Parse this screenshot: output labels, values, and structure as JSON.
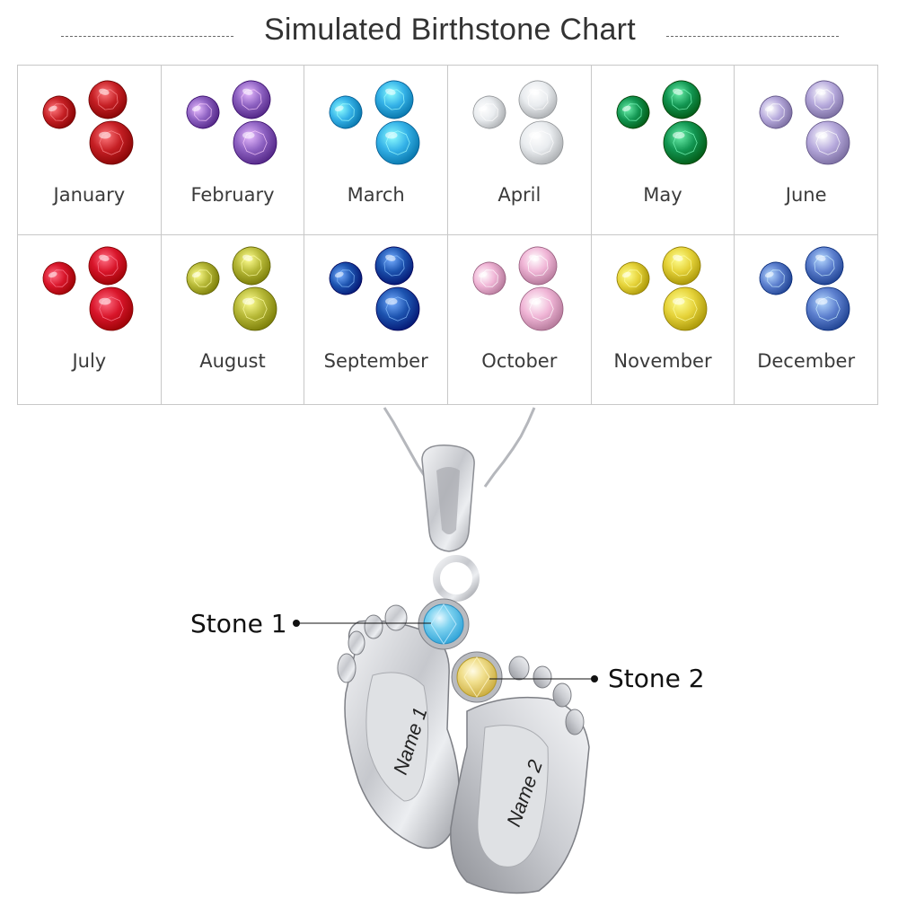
{
  "title": "Simulated Birthstone Chart",
  "months": [
    {
      "label": "January",
      "color": "#c51f24",
      "icon": "garnet-gems-icon"
    },
    {
      "label": "February",
      "color": "#8e62c2",
      "icon": "amethyst-gems-icon"
    },
    {
      "label": "March",
      "color": "#35b2e8",
      "icon": "aquamarine-gems-icon"
    },
    {
      "label": "April",
      "color": "#e9ecef",
      "icon": "diamond-gems-icon"
    },
    {
      "label": "May",
      "color": "#129652",
      "icon": "emerald-gems-icon"
    },
    {
      "label": "June",
      "color": "#b6a9dc",
      "icon": "alexandrite-gems-icon"
    },
    {
      "label": "July",
      "color": "#d8152a",
      "icon": "ruby-gems-icon"
    },
    {
      "label": "August",
      "color": "#b7b938",
      "icon": "peridot-gems-icon"
    },
    {
      "label": "September",
      "color": "#1d54b0",
      "icon": "sapphire-gems-icon"
    },
    {
      "label": "October",
      "color": "#f0b5d6",
      "icon": "tourmaline-gems-icon"
    },
    {
      "label": "November",
      "color": "#e6d33a",
      "icon": "topaz-gems-icon"
    },
    {
      "label": "December",
      "color": "#5c7fce",
      "icon": "zircon-gems-icon"
    }
  ],
  "pendant": {
    "stone1_label": "Stone 1",
    "stone2_label": "Stone 2",
    "name1": "Name 1",
    "name2": "Name 2",
    "stone1_color": "#62c7ea",
    "stone2_color": "#ecd985",
    "metal_color": "#c9cbd0"
  }
}
